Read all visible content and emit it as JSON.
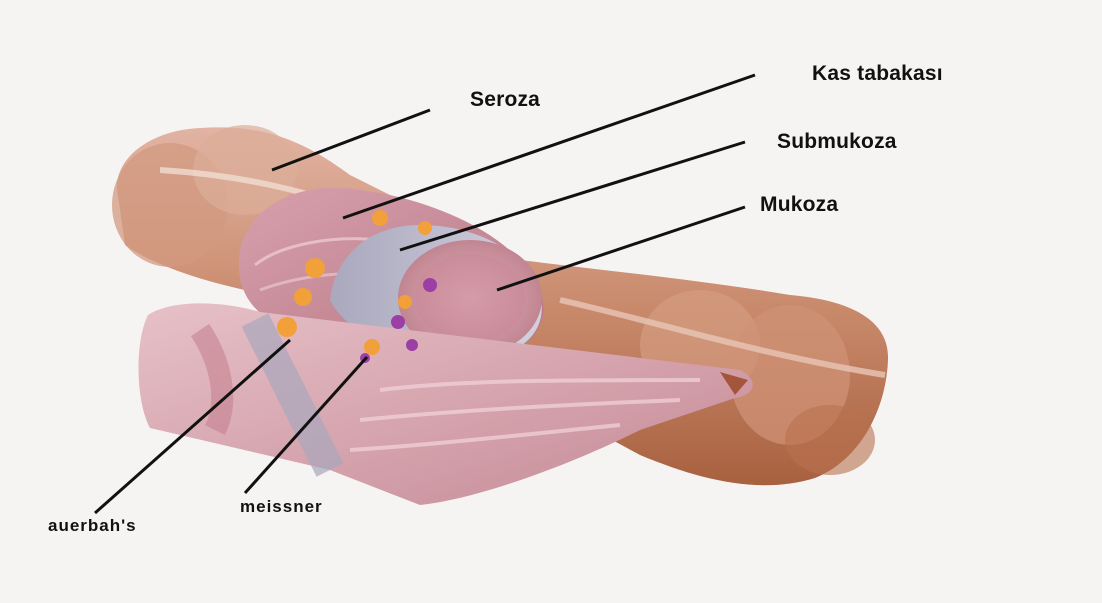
{
  "diagram": {
    "labels": {
      "seroza": "Seroza",
      "kas_tabakasi": "Kas tabakası",
      "submukoza": "Submukoza",
      "mukoza": "Mukoza",
      "auerbahs": "auerbah's",
      "meissner": "meissner"
    }
  },
  "colors": {
    "background": "#f6f4f3",
    "serosa": "#c98a6c",
    "muscle": "#c58a95",
    "submucosa": "#b9b7c9",
    "mucosa": "#d49aa6",
    "plexus_auerbach": "#f1a03a",
    "plexus_meissner": "#9b3fa6",
    "leader_line": "#111111"
  }
}
